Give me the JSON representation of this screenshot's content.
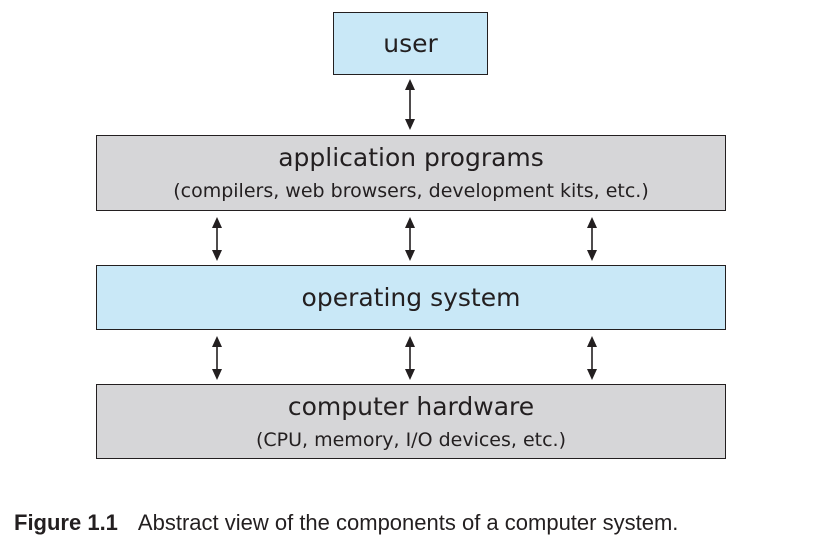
{
  "diagram": {
    "user": {
      "label": "user"
    },
    "applications": {
      "label": "application programs",
      "sublabel": "(compilers, web browsers, development kits, etc.)"
    },
    "os": {
      "label": "operating system"
    },
    "hardware": {
      "label": "computer hardware",
      "sublabel": "(CPU, memory, I/O devices, etc.)"
    }
  },
  "caption": {
    "label": "Figure 1.1",
    "text": "Abstract view of the components of a computer system."
  },
  "colors": {
    "os_user_fill": "#c9e8f7",
    "app_hw_fill": "#d6d6d8",
    "stroke": "#231f20"
  }
}
